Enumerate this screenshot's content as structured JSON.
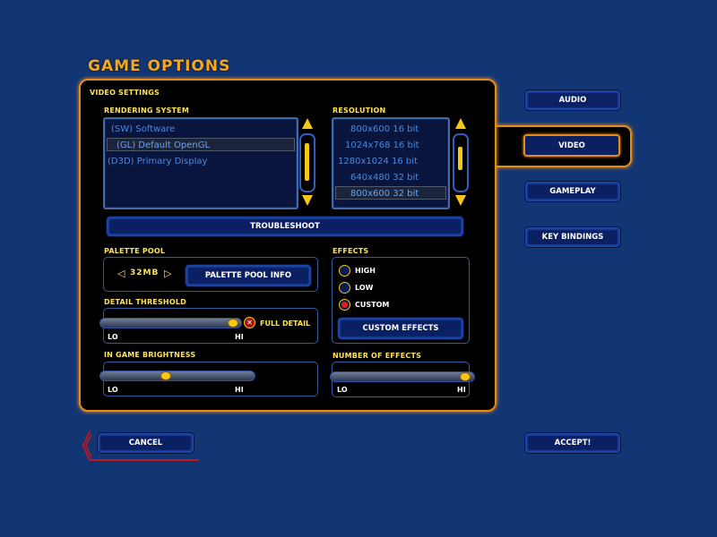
{
  "title": "GAME OPTIONS",
  "video_settings_label": "VIDEO SETTINGS",
  "rendering": {
    "label": "RENDERING SYSTEM",
    "items": [
      "(SW) Software",
      "(GL) Default OpenGL",
      "(D3D) Primary Display"
    ],
    "selected_index": 1
  },
  "resolution": {
    "label": "RESOLUTION",
    "items": [
      "800x600  16 bit",
      "1024x768  16 bit",
      "1280x1024  16 bit",
      "640x480  32 bit",
      "800x600  32 bit"
    ],
    "selected_index": 4
  },
  "troubleshoot_label": "TROUBLESHOOT",
  "palette_pool": {
    "label": "PALETTE POOL",
    "value": "32MB",
    "left_arrow": "◁",
    "right_arrow": "▷",
    "info_button": "PALETTE POOL INFO"
  },
  "detail_threshold": {
    "label": "DETAIL THRESHOLD",
    "lo": "LO",
    "hi": "HI",
    "full_detail_label": "FULL DETAIL",
    "value_fraction": 0.98
  },
  "brightness": {
    "label": "IN GAME BRIGHTNESS",
    "lo": "LO",
    "hi": "HI",
    "value_fraction": 0.42
  },
  "effects": {
    "label": "EFFECTS",
    "options": [
      "HIGH",
      "LOW",
      "CUSTOM"
    ],
    "selected_index": 2,
    "custom_button": "CUSTOM EFFECTS"
  },
  "number_of_effects": {
    "label": "NUMBER OF EFFECTS",
    "lo": "LO",
    "hi": "HI",
    "value_fraction": 0.97
  },
  "side_tabs": {
    "audio": "AUDIO",
    "video": "VIDEO",
    "gameplay": "GAMEPLAY",
    "key_bindings": "KEY BINDINGS"
  },
  "cancel_label": "CANCEL",
  "accept_label": "ACCEPT!",
  "colors": {
    "background": "#123574",
    "accent_orange": "#e58b16",
    "label_yellow": "#ffe35a",
    "button_blue": "#0b1f63",
    "list_text": "#4d89db"
  }
}
